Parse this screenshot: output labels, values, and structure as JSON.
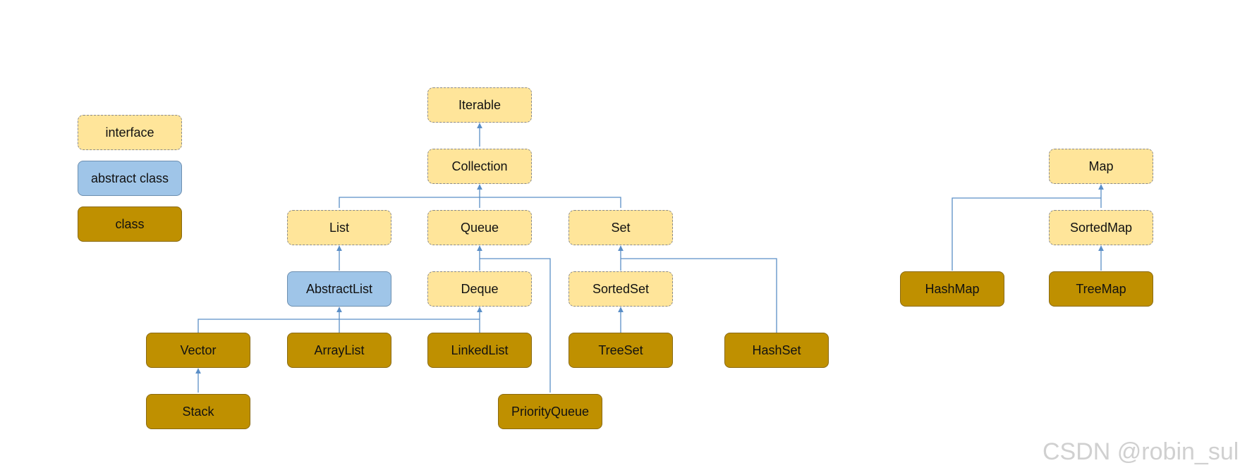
{
  "legend": {
    "interface": "interface",
    "abstract_class": "abstract class",
    "class": "class"
  },
  "nodes": {
    "iterable": "Iterable",
    "collection": "Collection",
    "list": "List",
    "queue": "Queue",
    "set": "Set",
    "abstract_list": "AbstractList",
    "deque": "Deque",
    "sorted_set": "SortedSet",
    "vector": "Vector",
    "array_list": "ArrayList",
    "linked_list": "LinkedList",
    "tree_set": "TreeSet",
    "hash_set": "HashSet",
    "stack": "Stack",
    "priority_queue": "PriorityQueue",
    "map": "Map",
    "sorted_map": "SortedMap",
    "hash_map": "HashMap",
    "tree_map": "TreeMap"
  },
  "watermark": "CSDN @robin_suli",
  "colors": {
    "interface_fill": "#ffe59a",
    "abstract_fill": "#9fc5e8",
    "class_fill": "#bf9000",
    "connector": "#5b8fc7"
  }
}
